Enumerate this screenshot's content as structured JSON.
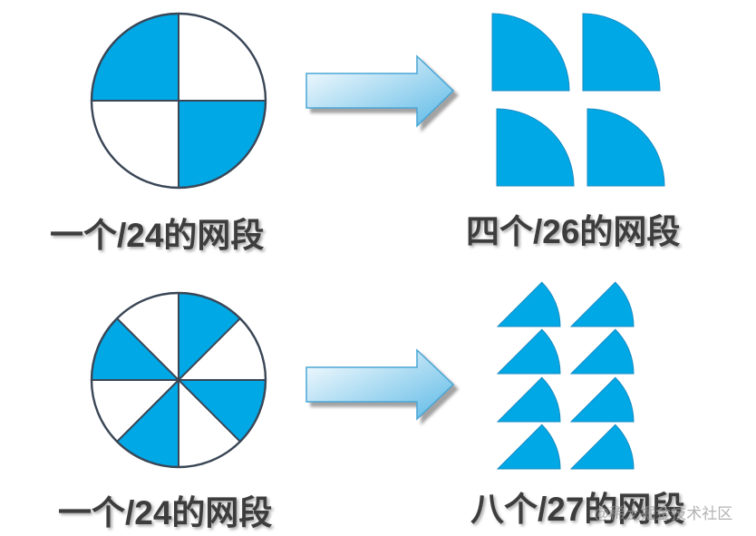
{
  "colors": {
    "fill": "#00a8e6",
    "empty": "#ffffff",
    "outline": "#3a4656",
    "piece_outline": "#1a8cc2",
    "label": "#3c3c3c",
    "arrow_light": "#ffffff",
    "arrow_dark": "#5cb9e6",
    "arrow_outline": "#4aa6d6",
    "watermark": "#9a9a9a"
  },
  "rows": [
    {
      "source_label": "一个/24的网段",
      "target_label": "四个/26的网段",
      "pieces": 4
    },
    {
      "source_label": "一个/24的网段",
      "target_label": "八个/27的网段",
      "pieces": 8
    }
  ],
  "watermark": "@稀土掘金技术社区"
}
